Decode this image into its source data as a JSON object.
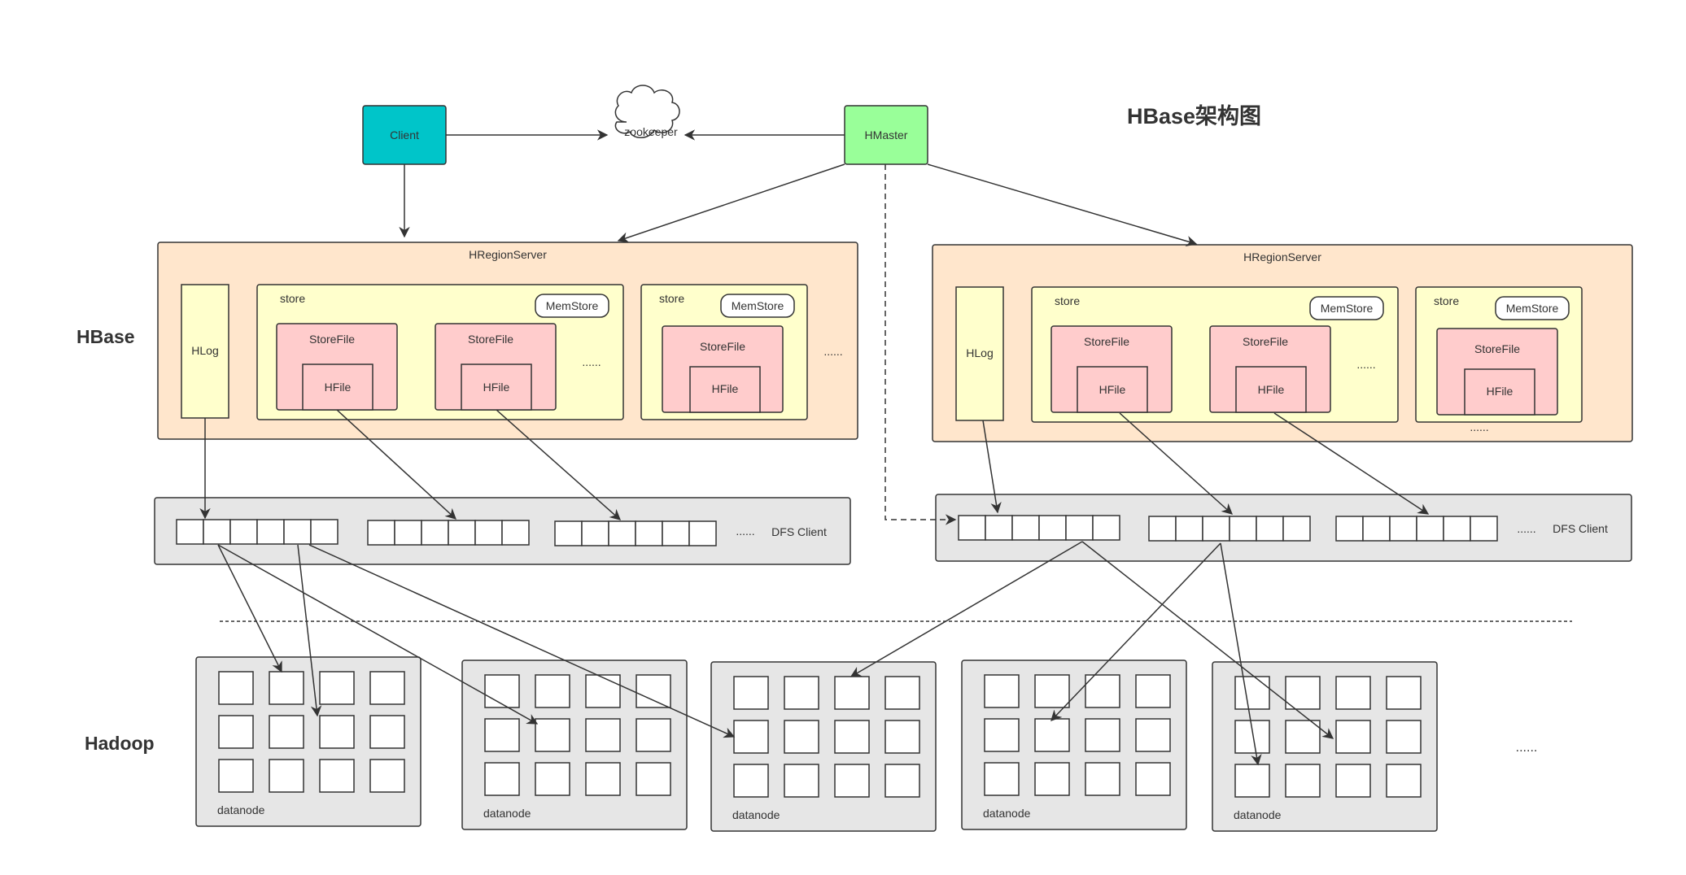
{
  "title": "HBase架构图",
  "section_labels": {
    "hbase": "HBase",
    "hadoop": "Hadoop"
  },
  "nodes": {
    "client": "Client",
    "zookeeper": "zookeeper",
    "hmaster": "HMaster"
  },
  "region_server_label": "HRegionServer",
  "hlog_label": "HLog",
  "store_label": "store",
  "memstore_label": "MemStore",
  "storefile_label": "StoreFile",
  "hfile_label": "HFile",
  "ellipsis": "......",
  "dfs_client_label": "DFS Client",
  "datanode_label": "datanode",
  "colors": {
    "client": "#00C5C9",
    "hmaster": "#99FF99",
    "region_server": "#FFE6CC",
    "store": "#FFFFCC",
    "storefile": "#FFCCCC",
    "dfs": "#E6E6E6",
    "datanode": "#E6E6E6",
    "stroke": "#333333"
  }
}
